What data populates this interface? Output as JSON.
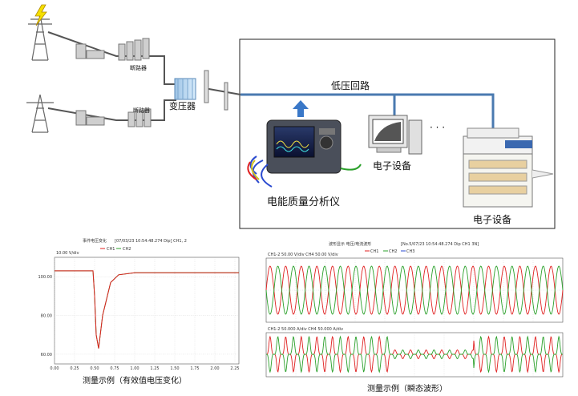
{
  "diagram": {
    "breaker_label_top": "断路器",
    "breaker_label_bottom": "断路器",
    "transformer_label": "变压器",
    "low_voltage_circuit_label": "低压回路",
    "analyzer_label": "电能质量分析仪",
    "device1_label": "电子设备",
    "device2_label": "电子设备",
    "ellipsis": "· · ·"
  },
  "chart_data": [
    {
      "type": "line",
      "title": "事件电压变化",
      "title_extra": "[07/03/23 10:54:48.274  Dip] CH1, 2",
      "scale_label": "10.00 V/div",
      "legend": [
        "CH1",
        "CH2"
      ],
      "series_colors": [
        "#e02020",
        "#2aa02a"
      ],
      "y_ticks": [
        "100.00",
        "80.00",
        "60.00"
      ],
      "x_ticks": [
        "0.00",
        "0.25",
        "0.50",
        "0.75",
        "1.00",
        "1.25",
        "1.50",
        "1.75",
        "2.00",
        "2.25"
      ],
      "series": [
        {
          "name": "CH2",
          "x": [
            0,
            0.4,
            0.48,
            0.5,
            0.52,
            0.55,
            0.6,
            0.7,
            0.8,
            1.0,
            1.5,
            2.0,
            2.3
          ],
          "y": [
            103,
            103,
            103,
            90,
            70,
            63,
            80,
            97,
            101,
            102,
            102,
            102,
            102
          ]
        },
        {
          "name": "CH1",
          "x": [
            0,
            0.4,
            0.48,
            0.5,
            0.52,
            0.55,
            0.6,
            0.7,
            0.8,
            1.0,
            1.5,
            2.0,
            2.3
          ],
          "y": [
            103,
            103,
            103,
            90,
            70,
            63,
            80,
            97,
            101,
            102,
            102,
            102,
            102
          ]
        }
      ],
      "caption": "测量示例（有效值电压变化）"
    },
    {
      "type": "line",
      "title": "波形显示 电压/电流波形",
      "title_extra": "[No.5/07/23 10:54:48.274  Dip CH1 3N]",
      "upper_scale": "CH1-2  50.00 V/div   CH4  50.00 V/div",
      "lower_scale": "CH1-2  50.000 A/div   CH4 50.000 A/div",
      "legend": [
        "CH1",
        "CH2",
        "CH3"
      ],
      "series_colors": [
        "#e02020",
        "#2aa02a",
        "#2a4ad0"
      ],
      "caption": "测量示例（瞬态波形）"
    }
  ],
  "colors": {
    "circuit_line": "#4a7ab0",
    "arrow": "#3a78c8",
    "frame": "#222222"
  }
}
